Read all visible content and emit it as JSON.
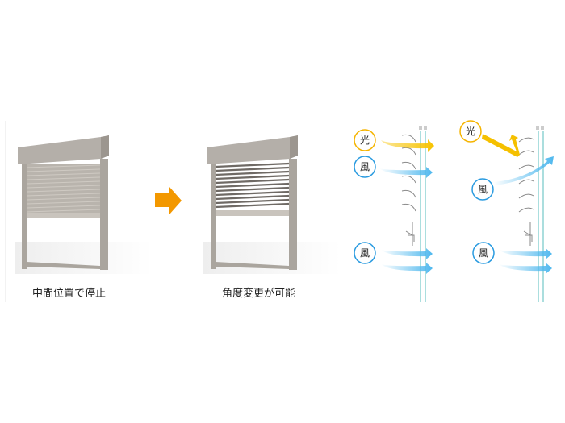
{
  "captions": {
    "before": "中間位置で停止",
    "after": "角度変更が可能"
  },
  "diagram_left": {
    "light_label": "光",
    "wind_upper_label": "風",
    "wind_lower_label": "風"
  },
  "diagram_right": {
    "light_label": "光",
    "wind_upper_label": "風",
    "wind_lower_label": "風"
  },
  "colors": {
    "light": "#f5b400",
    "wind": "#2a9be0",
    "arrow_orange": "#f39800",
    "glass": "#8fd3d3"
  }
}
